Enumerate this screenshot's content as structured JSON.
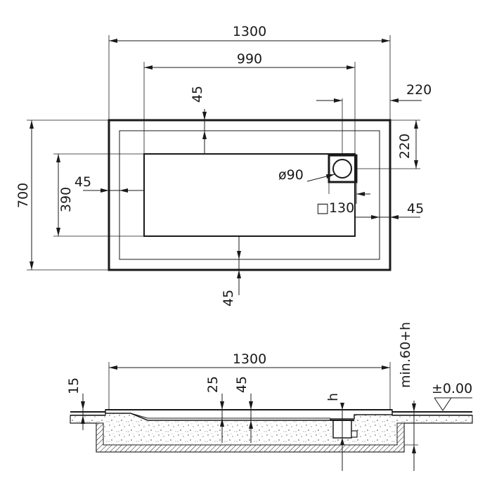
{
  "plan_view": {
    "overall_width": "1300",
    "inner_width": "990",
    "top_border": "45",
    "drain_offset_right": "220",
    "drain_offset_top": "220",
    "overall_depth": "700",
    "inner_depth": "390",
    "left_border": "45",
    "drain_diameter": "ø90",
    "drain_box": "□130",
    "right_border": "45",
    "bottom_border": "45"
  },
  "section_view": {
    "overall_width": "1300",
    "rim_thickness": "15",
    "floor_depth_1": "25",
    "floor_depth_2": "45",
    "drain_height": "h",
    "min_height": "min.60+h",
    "floor_level": "±0.00"
  }
}
